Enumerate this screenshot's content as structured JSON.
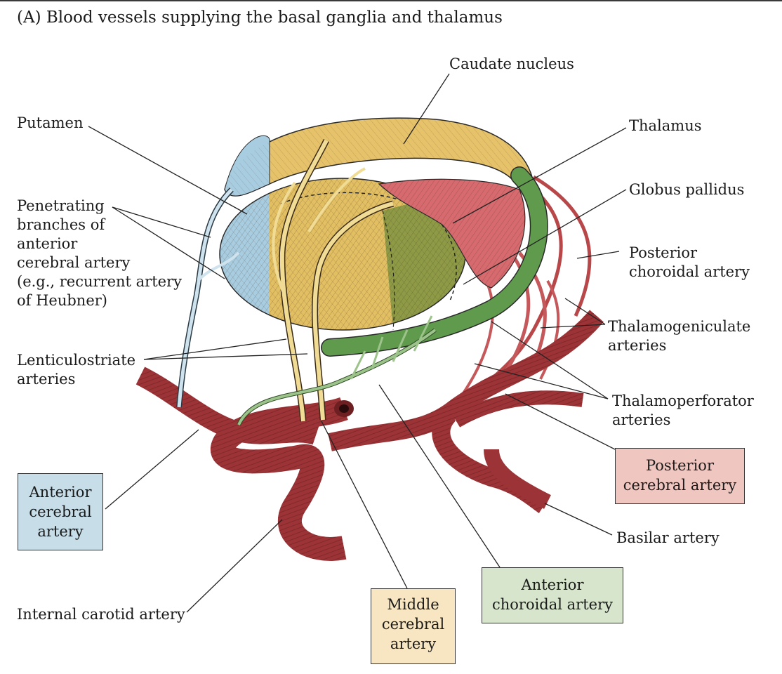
{
  "title": "(A)  Blood vessels supplying the basal ganglia and thalamus",
  "labels": {
    "caudate": "Caudate nucleus",
    "putamen": "Putamen",
    "thalamus": "Thalamus",
    "globus": "Globus pallidus",
    "penetrating": [
      "Penetrating",
      "branches of",
      "anterior",
      "cerebral artery",
      "(e.g., recurrent artery",
      "of Heubner)"
    ],
    "posterior_choroidal": [
      "Posterior",
      "choroidal artery"
    ],
    "thalamogeniculate": [
      "Thalamogeniculate",
      "arteries"
    ],
    "lenticulostriate": [
      "Lenticulostriate",
      "arteries"
    ],
    "thalamoperforator": [
      "Thalamoperforator",
      "arteries"
    ],
    "basilar": "Basilar artery",
    "internal_carotid": "Internal carotid artery"
  },
  "boxes": {
    "aca": [
      "Anterior",
      "cerebral",
      "artery"
    ],
    "pca": [
      "Posterior",
      "cerebral artery"
    ],
    "mca": [
      "Middle",
      "cerebral",
      "artery"
    ],
    "achoa": [
      "Anterior",
      "choroidal artery"
    ]
  },
  "colors": {
    "caudate": "#e6c26a",
    "putamen_blue": "#a9cde0",
    "putamen_yellow": "#e2bf63",
    "thalamus": "#d66a6e",
    "globus": "#8e9a45",
    "choroidal_green": "#5f9a4d",
    "artery_red": "#b8474a",
    "box_blue": "#c7dde8",
    "box_pink": "#f0c6c0",
    "box_yellow": "#f8e6c2",
    "box_green": "#d6e5cc",
    "annotation_blue": "#1f5fd6"
  }
}
